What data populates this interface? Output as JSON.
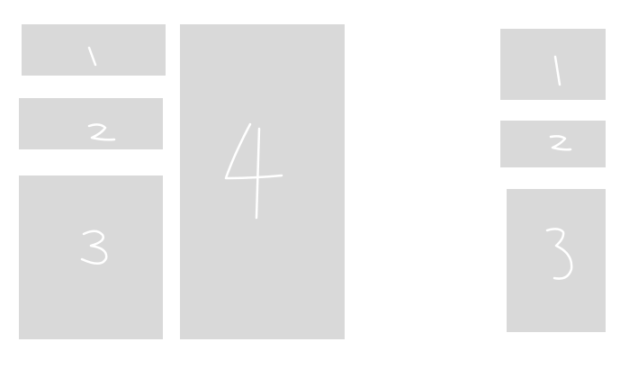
{
  "left_layout": {
    "blocks": [
      {
        "label": "1"
      },
      {
        "label": "2"
      },
      {
        "label": "3"
      },
      {
        "label": "4"
      }
    ]
  },
  "right_layout": {
    "blocks": [
      {
        "label": "1"
      },
      {
        "label": "2"
      },
      {
        "label": "3"
      }
    ]
  },
  "colors": {
    "block_fill": "#d9d9d9",
    "glyph_stroke": "#ffffff",
    "background": "#ffffff"
  }
}
